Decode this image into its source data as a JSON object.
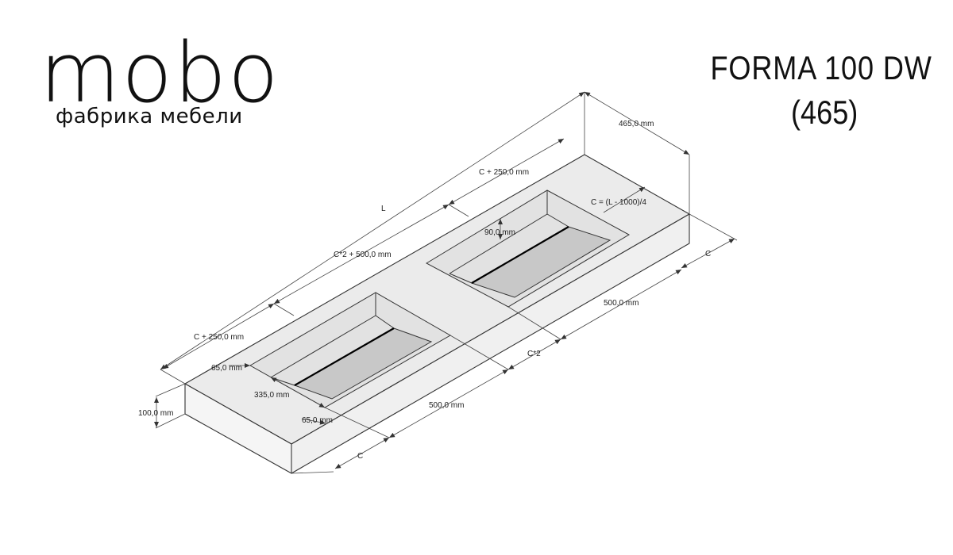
{
  "logo": {
    "wordmark": "mobo",
    "subtitle": "фабрика мебели"
  },
  "title": {
    "line1": "FORMA 100 DW",
    "line2": "(465)"
  },
  "dimensions": {
    "depth": "465,0 mm",
    "left_length_top": "C + 250,0 mm",
    "total_length": "L",
    "c_formula": "C = (L - 1000)/4",
    "basin_depth": "90,0 mm",
    "middle_length": "C*2 + 500,0 mm",
    "right_c": "C",
    "right_basin_width": "500,0 mm",
    "left_length": "C + 250,0 mm",
    "middle_c2": "C*2",
    "rim_left": "65,0 mm",
    "basin_depth_width": "335,0 mm",
    "rim_front": "65,0 mm",
    "left_basin_width": "500,0 mm",
    "thickness": "100,0 mm",
    "front_c": "C"
  },
  "colors": {
    "surface": "#ebebeb",
    "side": "#f3f3f3",
    "basin_floor": "#c9c9c9",
    "line": "#333333"
  }
}
